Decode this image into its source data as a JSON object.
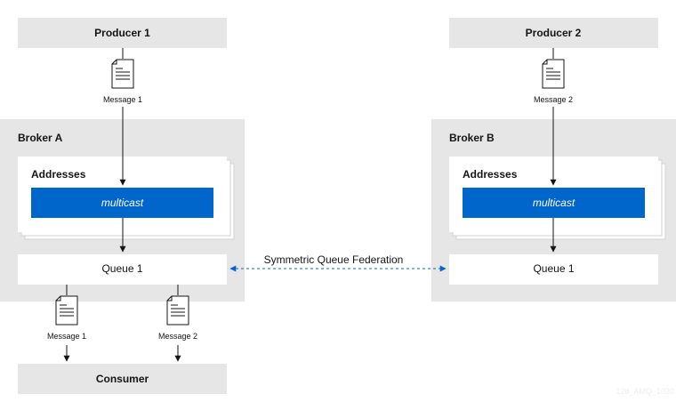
{
  "producers": [
    {
      "label": "Producer 1",
      "message": "Message 1"
    },
    {
      "label": "Producer 2",
      "message": "Message 2"
    }
  ],
  "brokers": [
    {
      "label": "Broker A",
      "addresses_label": "Addresses",
      "multicast_label": "multicast",
      "queue_label": "Queue 1"
    },
    {
      "label": "Broker B",
      "addresses_label": "Addresses",
      "multicast_label": "multicast",
      "queue_label": "Queue 1"
    }
  ],
  "federation": {
    "label": "Symmetric Queue Federation"
  },
  "consumer": {
    "label": "Consumer",
    "messages": [
      "Message 1",
      "Message 2"
    ]
  },
  "watermark": "128_AMQ_1020",
  "colors": {
    "box_gray": "#e6e6e6",
    "multicast_blue": "#0066cc",
    "federation_blue": "#0066cc",
    "arrow": "#151515"
  }
}
